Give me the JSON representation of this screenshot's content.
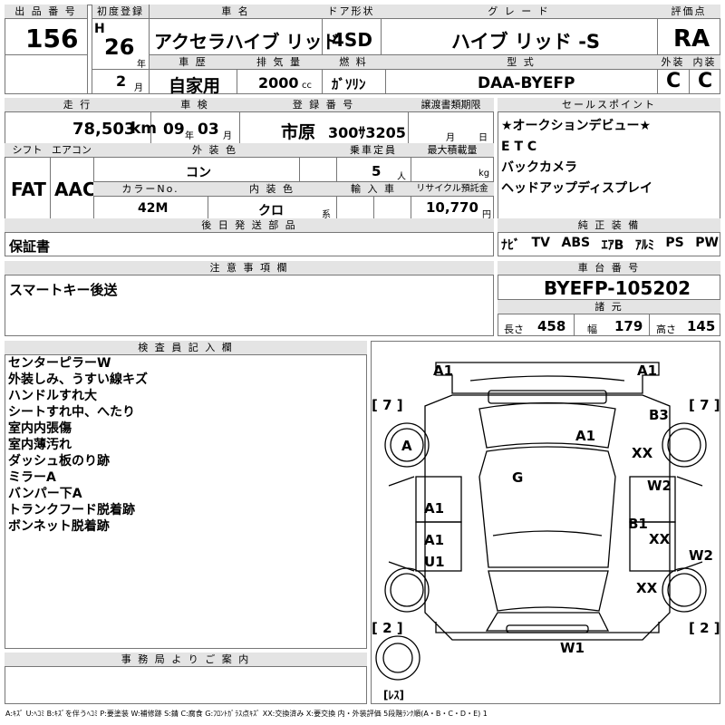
{
  "labels": {
    "lot_no": "出 品 番 号",
    "first_reg": "初度登録",
    "car_name": "車 名",
    "door": "ドア形状",
    "grade": "グ レ ー ド",
    "score": "評価点",
    "history": "車 歴",
    "displacement": "排 気 量",
    "fuel": "燃 料",
    "model": "型 式",
    "ext": "外装",
    "int": "内装",
    "mileage": "走 行",
    "inspection": "車 検",
    "reg_no": "登 録 番 号",
    "transfer": "譲渡書類期限",
    "sales_points": "セールスポイント",
    "shift": "シフト",
    "aircon": "エアコン",
    "ext_color": "外 装 色",
    "capacity": "乗車定員",
    "max_load": "最大積載量",
    "color_no": "カラーNo.",
    "int_color": "内 装 色",
    "import": "輸 入 車",
    "recycle": "リサイクル預託金",
    "later_parts": "後 日 発 送 部 品",
    "genuine": "純 正 装 備",
    "notes": "注 意 事 項 欄",
    "chassis_title": "車 台 番 号",
    "specs": "諸 元",
    "inspector": "検 査 員 記 入 欄",
    "office": "事 務 局 よ り ご 案 内"
  },
  "units": {
    "year": "年",
    "month": "月",
    "cc": "cc",
    "km": "km",
    "people": "人",
    "kg": "kg",
    "kei": "系",
    "yen": "円",
    "transfer_month": "月",
    "transfer_day": "日",
    "length": "長さ",
    "width": "幅",
    "height": "高さ"
  },
  "car": {
    "lot": "156",
    "era": "H",
    "reg_year": "26",
    "reg_month": "2",
    "name": "アクセラハイブ リッド",
    "door": "4SD",
    "grade": "ハイブ リッド -S",
    "score": "RA",
    "history": "自家用",
    "displacement": "2000",
    "fuel": "ｶﾞｿﾘﾝ",
    "model": "DAA-BYEFP",
    "ext": "C",
    "int": "C",
    "mileage": "78,503",
    "insp_year": "09",
    "insp_month": "03",
    "reg_area": "市原",
    "reg_no": "300ｻ3205",
    "shift": "FAT",
    "aircon": "AAC",
    "color": "コン",
    "capacity": "5",
    "color_no": "42M",
    "int_color": "クロ",
    "recycle": "10,770",
    "chassis": "BYEFP-105202",
    "length": "458",
    "width": "179",
    "height": "145"
  },
  "sales_points": [
    "★オークションデビュー★",
    "E T C",
    "バックカメラ",
    "ヘッドアップディスプレイ"
  ],
  "later_parts": "保証書",
  "genuine": [
    "ﾅﾋﾞ",
    "TV",
    "ABS",
    "ｴｱB",
    "ｱﾙﾐ",
    "PS",
    "PW"
  ],
  "notes": "スマートキー後送",
  "inspector_notes": [
    "センターピラーW",
    "外装しみ、うすい線キズ",
    "ハンドルすれ大",
    "シートすれ中、へたり",
    "室内内張傷",
    "室内薄汚れ",
    "ダッシュ板のり跡",
    "ミラーA",
    "バンパー下A",
    "トランクフード脱着跡",
    "ボンネット脱着跡"
  ],
  "diagram": {
    "marks": [
      "A1",
      "A1",
      "B3",
      "A1",
      "XX",
      "A",
      "G",
      "W2",
      "A1",
      "B1",
      "XX",
      "W2",
      "A1",
      "U1",
      "XX",
      "W1"
    ],
    "tires": [
      "[ 7 ]",
      "[ 7 ]",
      "[ 2 ]",
      "[ 2 ]"
    ],
    "spare": "[ﾚｽ]"
  },
  "legend": "A:ｷｽﾞ U:ﾍｺﾐ B:ｷｽﾞを伴うﾍｺﾐ P:要塗装 W:補修跡 S:錆 C:腐食 G:ﾌﾛﾝﾄｶﾞﾗｽ点ｷｽﾞ XX:交換済み X:要交換 内・外装評価 5段階ﾗﾝｸ順(A・B・C・D・E) 1"
}
